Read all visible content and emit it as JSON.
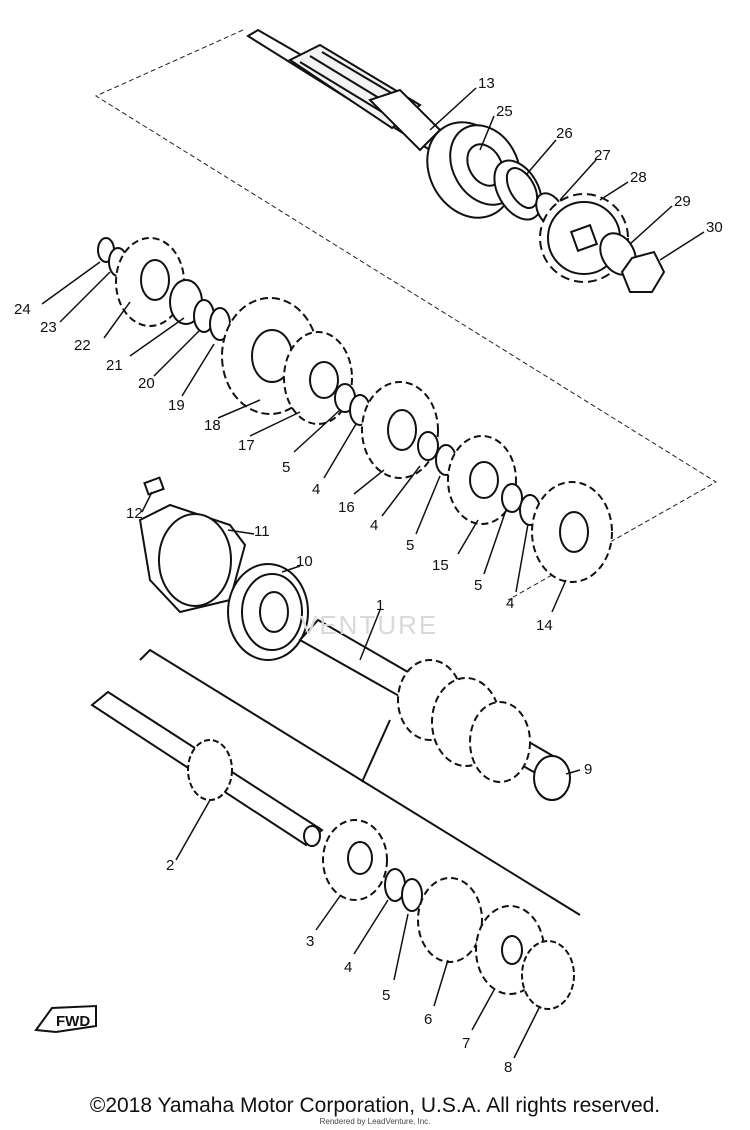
{
  "diagram": {
    "labels": [
      {
        "id": "13",
        "text": "13"
      },
      {
        "id": "25",
        "text": "25"
      },
      {
        "id": "26",
        "text": "26"
      },
      {
        "id": "27",
        "text": "27"
      },
      {
        "id": "28",
        "text": "28"
      },
      {
        "id": "29",
        "text": "29"
      },
      {
        "id": "30",
        "text": "30"
      },
      {
        "id": "24",
        "text": "24"
      },
      {
        "id": "23",
        "text": "23"
      },
      {
        "id": "22",
        "text": "22"
      },
      {
        "id": "21",
        "text": "21"
      },
      {
        "id": "20",
        "text": "20"
      },
      {
        "id": "19",
        "text": "19"
      },
      {
        "id": "18",
        "text": "18"
      },
      {
        "id": "17",
        "text": "17"
      },
      {
        "id": "5a",
        "text": "5"
      },
      {
        "id": "4a",
        "text": "4"
      },
      {
        "id": "16",
        "text": "16"
      },
      {
        "id": "4b",
        "text": "4"
      },
      {
        "id": "5b",
        "text": "5"
      },
      {
        "id": "15",
        "text": "15"
      },
      {
        "id": "5c",
        "text": "5"
      },
      {
        "id": "4c",
        "text": "4"
      },
      {
        "id": "14",
        "text": "14"
      },
      {
        "id": "12",
        "text": "12"
      },
      {
        "id": "11",
        "text": "11"
      },
      {
        "id": "10",
        "text": "10"
      },
      {
        "id": "1",
        "text": "1"
      },
      {
        "id": "9",
        "text": "9"
      },
      {
        "id": "2",
        "text": "2"
      },
      {
        "id": "3",
        "text": "3"
      },
      {
        "id": "4d",
        "text": "4"
      },
      {
        "id": "5d",
        "text": "5"
      },
      {
        "id": "6",
        "text": "6"
      },
      {
        "id": "7",
        "text": "7"
      },
      {
        "id": "8",
        "text": "8"
      }
    ],
    "fwd_label": "FWD",
    "watermark": "VENTURE"
  },
  "footer": {
    "copyright": "©2018 Yamaha Motor Corporation, U.S.A. All rights reserved.",
    "rendered_by": "Rendered by LeadVenture, Inc."
  }
}
